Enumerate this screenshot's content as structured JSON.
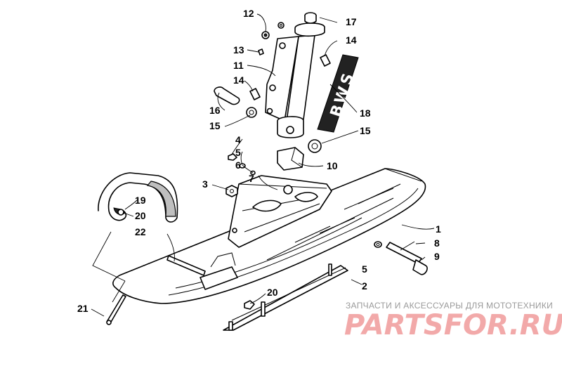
{
  "callouts": [
    {
      "id": "1",
      "label": "1"
    },
    {
      "id": "2",
      "label": "2"
    },
    {
      "id": "3",
      "label": "3"
    },
    {
      "id": "4",
      "label": "4"
    },
    {
      "id": "5a",
      "label": "5"
    },
    {
      "id": "5b",
      "label": "5"
    },
    {
      "id": "6",
      "label": "6"
    },
    {
      "id": "7",
      "label": "7"
    },
    {
      "id": "8",
      "label": "8"
    },
    {
      "id": "9",
      "label": "9"
    },
    {
      "id": "10",
      "label": "10"
    },
    {
      "id": "11",
      "label": "11"
    },
    {
      "id": "12",
      "label": "12"
    },
    {
      "id": "13",
      "label": "13"
    },
    {
      "id": "14a",
      "label": "14"
    },
    {
      "id": "14b",
      "label": "14"
    },
    {
      "id": "15a",
      "label": "15"
    },
    {
      "id": "15b",
      "label": "15"
    },
    {
      "id": "16",
      "label": "16"
    },
    {
      "id": "17",
      "label": "17"
    },
    {
      "id": "18",
      "label": "18"
    },
    {
      "id": "19",
      "label": "19"
    },
    {
      "id": "20a",
      "label": "20"
    },
    {
      "id": "20b",
      "label": "20"
    },
    {
      "id": "21",
      "label": "21"
    },
    {
      "id": "22",
      "label": "22"
    }
  ],
  "decal_text": "BWS",
  "watermark": {
    "tagline": "ЗАПЧАСТИ И АКСЕССУАРЫ ДЛЯ МОТОТЕХНИКИ",
    "logo": "PARTSFOR.RU",
    "color": "#f2a9a9"
  }
}
